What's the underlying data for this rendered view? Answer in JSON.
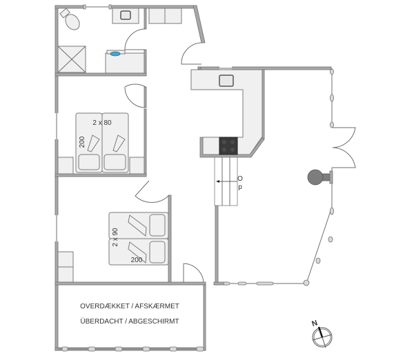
{
  "plan": {
    "covered_area_label_da": "OVERDÆKKET / AFSKÆRMET",
    "covered_area_label_de": "ÜBERDACHT / ABGESCHIRMT",
    "bedroom1_bed_width": "2 x 80",
    "bedroom1_bed_length": "200",
    "bedroom2_bed_width": "2 x 90",
    "bedroom2_bed_length": "200",
    "stairs_label_up": "O",
    "stairs_label_p": "p",
    "compass_label": "N"
  },
  "icons": {
    "toilet": "toilet-icon",
    "shower": "shower-icon",
    "sink": "sink-icon",
    "washbasin": "washbasin-icon",
    "stove": "stove-icon",
    "fireplace": "fireplace-icon",
    "compass": "north-compass-icon"
  },
  "colors": {
    "wall": "#a9a9a9",
    "furniture": "#f0f0f0",
    "stove": "#3a3a3a",
    "fireplace": "#7d7d7d"
  }
}
